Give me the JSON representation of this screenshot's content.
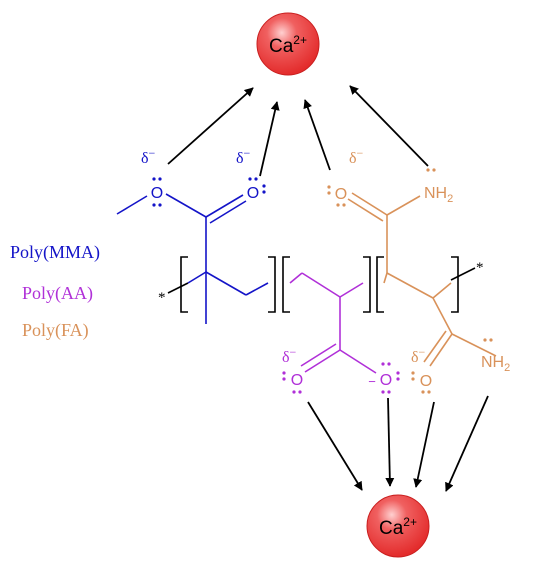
{
  "colors": {
    "mma": "#1414c8",
    "aa": "#b030d8",
    "fa": "#d9925a",
    "ion_fill": "#e32b2b",
    "ion_highlight": "#ffd0d0",
    "arrow": "#000000",
    "bracket": "#000000"
  },
  "ions": {
    "top": {
      "symbol": "Ca",
      "charge": "2+"
    },
    "bottom": {
      "symbol": "Ca",
      "charge": "2+"
    }
  },
  "legend": {
    "mma": "Poly(MMA)",
    "aa": "Poly(AA)",
    "fa": "Poly(FA)"
  },
  "atoms": {
    "mma_o_ether": "O",
    "mma_o_carbonyl": "O",
    "fa_top_o": "O",
    "fa_top_n": "NH",
    "fa_top_n_sub": "2",
    "aa_o_carbonyl": "O",
    "aa_o_anion": "O",
    "fa_bottom_o": "O",
    "fa_bottom_n": "NH",
    "fa_bottom_n_sub": "2"
  },
  "partial_charges": {
    "delta": "δ",
    "minus": "−",
    "anion_minus": "−"
  },
  "chain_end": "*"
}
